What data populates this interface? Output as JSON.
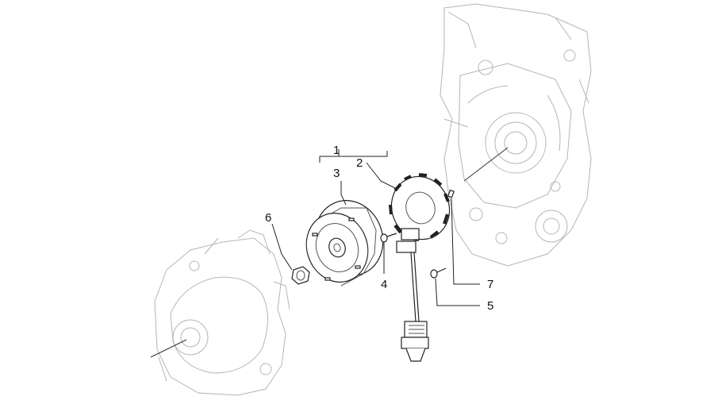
{
  "callouts": {
    "c1": "1",
    "c2": "2",
    "c3": "3",
    "c4": "4",
    "c5": "5",
    "c6": "6",
    "c7": "7"
  },
  "colors": {
    "line": "#222222",
    "ghost_housing": "#b5b5b5",
    "background": "#ffffff"
  }
}
